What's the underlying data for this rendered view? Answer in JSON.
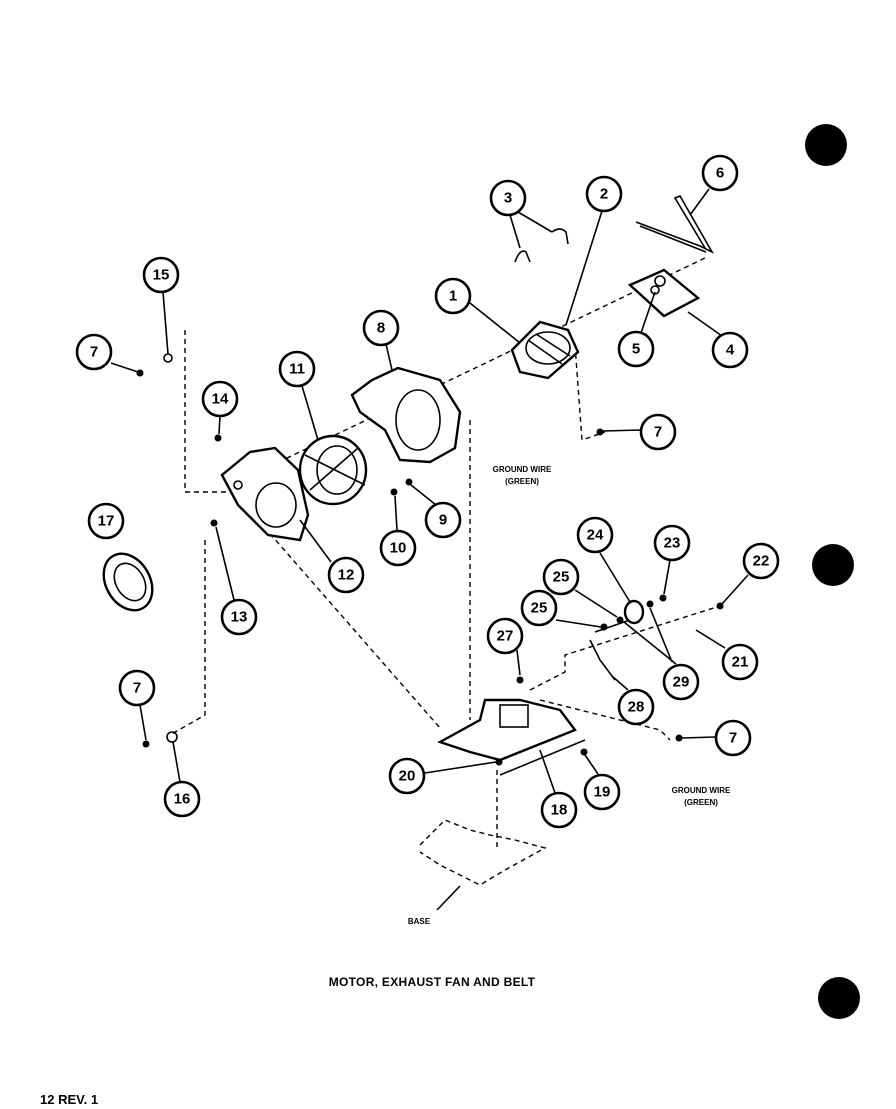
{
  "title": "MOTOR, EXHAUST FAN AND BELT",
  "page_mark": "12 REV. 1",
  "labels": {
    "ground_wire_upper": "GROUND WIRE",
    "ground_wire_upper_sub": "(GREEN)",
    "ground_wire_lower": "GROUND WIRE",
    "ground_wire_lower_sub": "(GREEN)",
    "base": "BASE"
  },
  "callouts": {
    "c1": "1",
    "c2": "2",
    "c3": "3",
    "c4": "4",
    "c5": "5",
    "c6": "6",
    "c7a": "7",
    "c7b": "7",
    "c7c": "7",
    "c7d": "7",
    "c8": "8",
    "c9": "9",
    "c10": "10",
    "c11": "11",
    "c12": "12",
    "c13": "13",
    "c14": "14",
    "c15": "15",
    "c16": "16",
    "c17": "17",
    "c18": "18",
    "c19": "19",
    "c20": "20",
    "c21": "21",
    "c22": "22",
    "c23": "23",
    "c24": "24",
    "c25a": "25",
    "c25b": "25",
    "c27": "27",
    "c28": "28",
    "c29": "29"
  },
  "colors": {
    "ink": "#000000",
    "paper": "#ffffff"
  }
}
